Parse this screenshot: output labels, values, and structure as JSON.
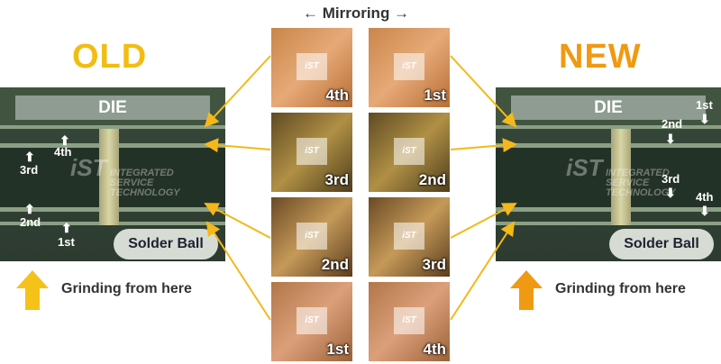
{
  "header": {
    "mirroring": "← Mirroring →"
  },
  "old": {
    "title": "OLD",
    "die": "DIE",
    "solder_ball": "Solder Ball",
    "grinding": "Grinding from here",
    "layers": [
      "4th",
      "3rd",
      "2nd",
      "1st"
    ]
  },
  "new": {
    "title": "NEW",
    "die": "DIE",
    "solder_ball": "Solder Ball",
    "grinding": "Grinding from here",
    "layers": [
      "1st",
      "2nd",
      "3rd",
      "4th"
    ]
  },
  "chips": {
    "left": [
      "4th",
      "3rd",
      "2nd",
      "1st"
    ],
    "right": [
      "1st",
      "2nd",
      "3rd",
      "4th"
    ]
  },
  "watermark": {
    "logo": "iST",
    "line1": "INTEGRATED",
    "line2": "SERVICE",
    "line3": "TECHNOLOGY"
  },
  "colors": {
    "old_accent": "#f2bd13",
    "new_accent": "#ef9a12",
    "arrow": "#f5b819"
  }
}
